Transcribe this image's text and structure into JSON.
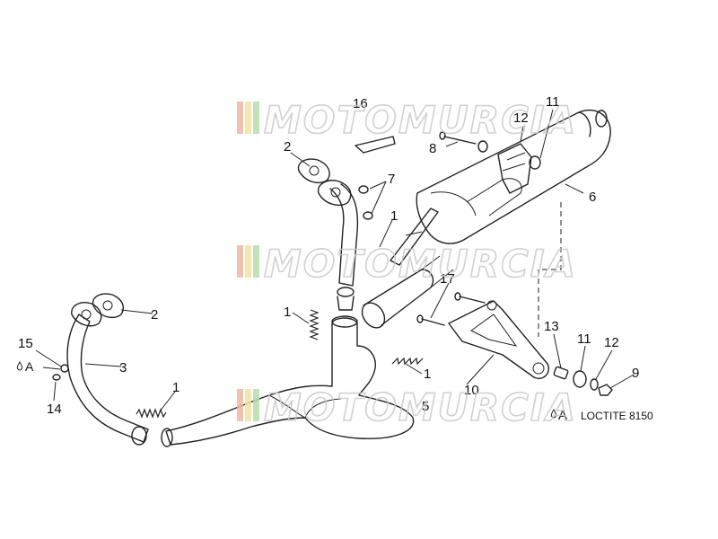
{
  "watermark": {
    "text": "MOTOMURCIA",
    "stripe_colors": [
      "#f2b7a4",
      "#f3e3a0",
      "#b7dcae"
    ]
  },
  "callouts": {
    "c1a": "1",
    "c1b": "1",
    "c1c": "1",
    "c1d": "1",
    "c2a": "2",
    "c2b": "2",
    "c3": "3",
    "c5": "5",
    "c6": "6",
    "c7": "7",
    "c8": "8",
    "c9": "9",
    "c10": "10",
    "c11a": "11",
    "c11b": "11",
    "c12a": "12",
    "c12b": "12",
    "c13": "13",
    "c14": "14",
    "c15": "15",
    "c16": "16",
    "c17": "17"
  },
  "legend": {
    "symbol": "A",
    "text": "LOCTITE 8150"
  },
  "markers": {
    "a_left": "A"
  }
}
